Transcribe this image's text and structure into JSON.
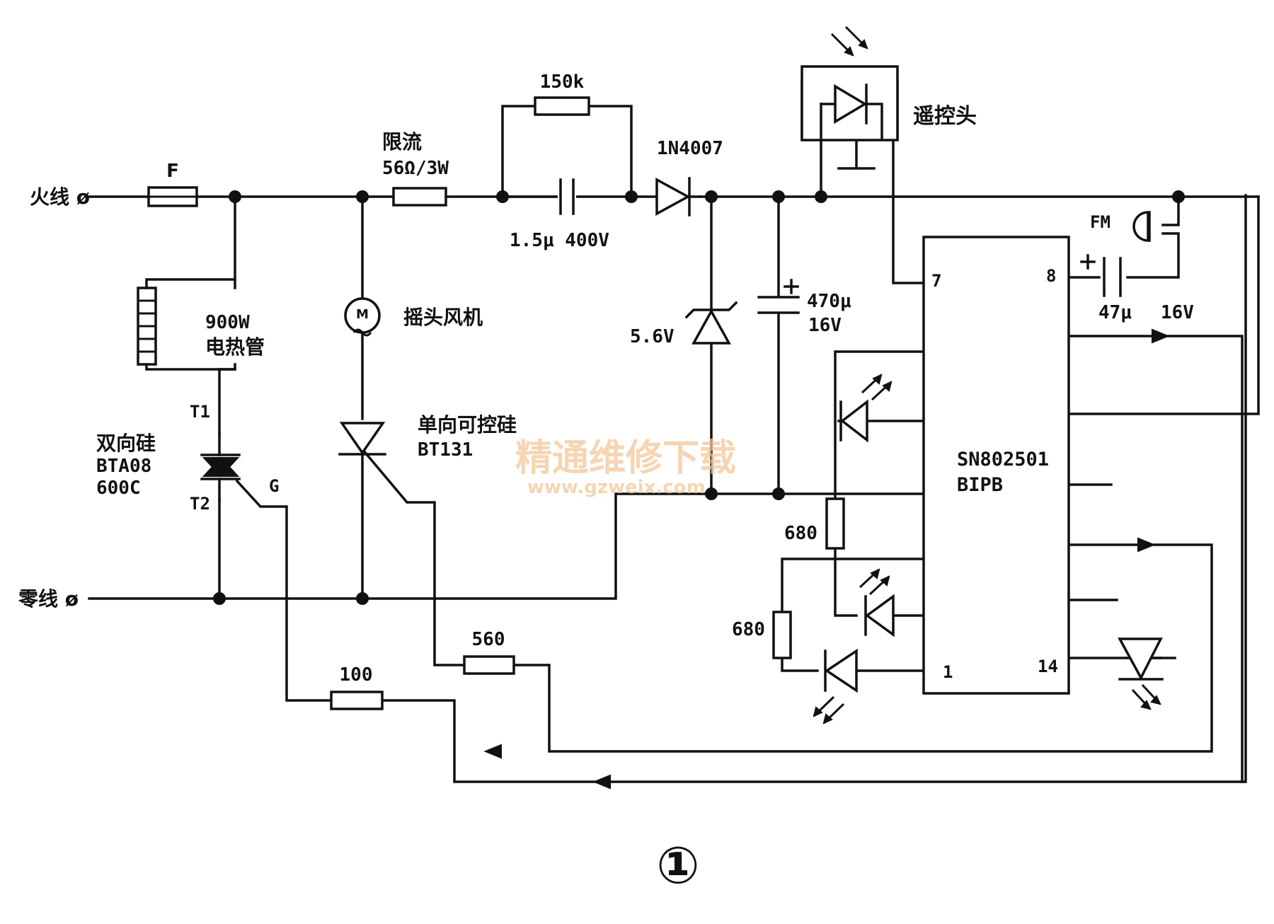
{
  "terminals": {
    "live": "火线 ø",
    "neutral": "零线 ø"
  },
  "fuse": {
    "label": "F"
  },
  "heater": {
    "power": "900W",
    "name": "电热管"
  },
  "triac": {
    "name": "双向硅",
    "model": "BTA08",
    "rating": "600C",
    "t1": "T1",
    "t2": "T2",
    "gate": "G"
  },
  "fan": {
    "symbol": "M",
    "name": "摇头风机"
  },
  "limit_resistor": {
    "name": "限流",
    "value": "56Ω/3W"
  },
  "bleed_resistor": {
    "value": "150k"
  },
  "dropping_cap": {
    "value": "1.5μ 400V"
  },
  "rectifier_diode": {
    "model": "1N4007"
  },
  "zener": {
    "value": "5.6V"
  },
  "filter_cap": {
    "value": "470μ",
    "voltage": "16V"
  },
  "ir_receiver": {
    "name": "遥控头"
  },
  "scr": {
    "name": "单向可控硅",
    "model": "BT131"
  },
  "ic": {
    "line1": "SN802501",
    "line2": "BIPB",
    "pin7": "7",
    "pin8": "8",
    "pin1": "1",
    "pin14": "14"
  },
  "buzzer": {
    "label": "FM"
  },
  "buzzer_cap": {
    "value": "47μ",
    "voltage": "16V"
  },
  "led_resistor_1": {
    "value": "680"
  },
  "led_resistor_2": {
    "value": "680"
  },
  "gate_resistor_scr": {
    "value": "560"
  },
  "gate_resistor_triac": {
    "value": "100"
  },
  "watermark": {
    "cn": "精通维修下载",
    "url": "www.gzweix.com"
  },
  "figure_number": "①"
}
